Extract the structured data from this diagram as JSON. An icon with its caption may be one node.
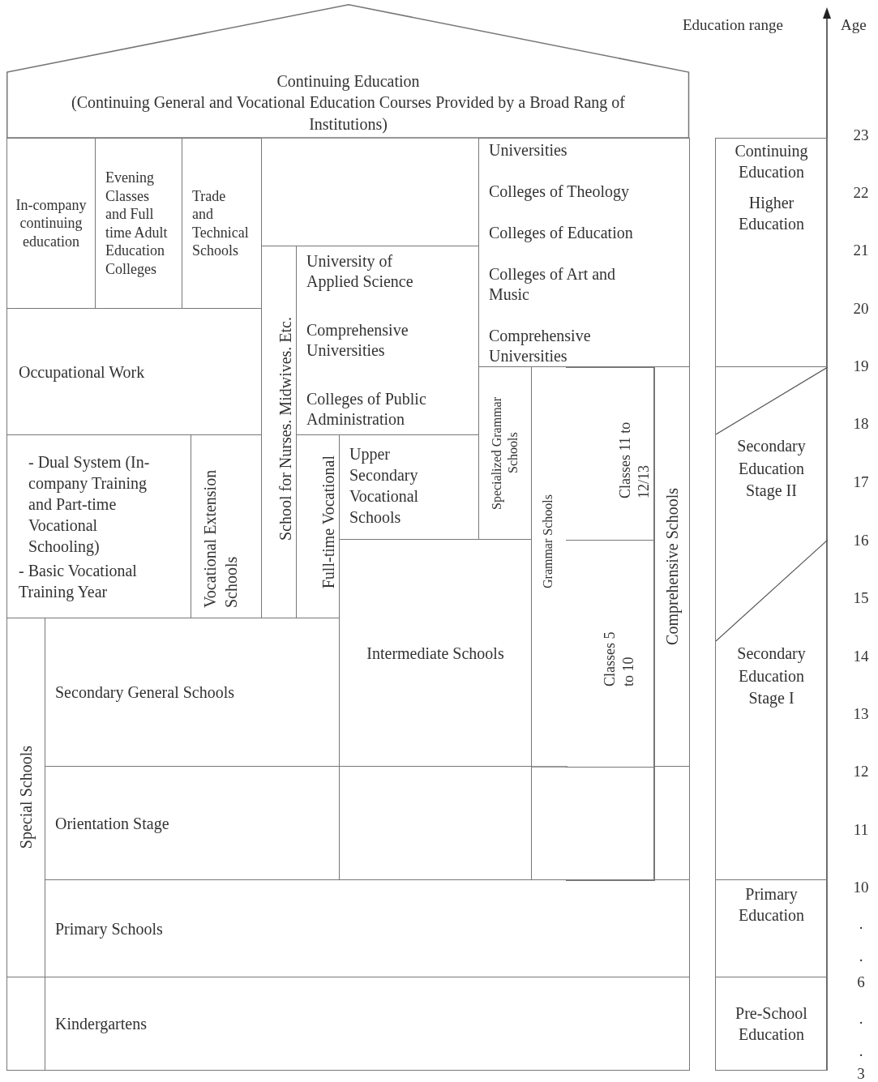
{
  "diagram": {
    "nodes": [
      {
        "text": [
          "Continuing Education",
          "(Continuing General and Vocational Education Courses Provided by a Broad Rang of Institutions)"
        ]
      },
      {
        "text": [
          "In-company continuing education"
        ]
      },
      {
        "text": [
          "Evening Classes and Full time Adult Education Colleges"
        ]
      },
      {
        "text": [
          "Trade and Technical Schools"
        ]
      },
      {
        "text": [
          "Universities",
          "Colleges of Theology",
          "Colleges of Education",
          "Colleges of Art and Music",
          "Comprehensive Universities"
        ]
      },
      {
        "text": [
          "University of Applied Science",
          "Comprehensive Universities",
          "Colleges of Public Administration"
        ]
      },
      {
        "text": [
          "Occupational Work"
        ]
      },
      {
        "text": [
          "School for Nurses. Midwives. Etc."
        ]
      },
      {
        "text": [
          "- Dual System (In-company Training and Part-time Vocational Schooling)",
          "- Basic Vocational Training Year"
        ]
      },
      {
        "text": [
          "Vocational Extension Schools"
        ]
      },
      {
        "text": [
          "Full-time Vocational"
        ]
      },
      {
        "text": [
          "Upper Secondary Vocational Schools"
        ]
      },
      {
        "text": [
          "Specialized Grammar Schools"
        ]
      },
      {
        "text": [
          "Grammar Schools"
        ]
      },
      {
        "text": [
          "Classes 11 to 12/13"
        ],
        "in": 13
      },
      {
        "text": [
          "Classes 5 to 10"
        ],
        "in": 13
      },
      {
        "text": [],
        "shape": "box",
        "in": 13
      },
      {
        "text": [
          "Comprehensive Schools"
        ]
      },
      {
        "text": [
          "Special Schools"
        ]
      },
      {
        "text": [
          "Secondary General Schools"
        ]
      },
      {
        "text": [
          "Intermediate Schools"
        ]
      },
      {
        "text": [
          "Orientation Stage"
        ]
      },
      {
        "text": [],
        "shape": "box"
      },
      {
        "text": [],
        "shape": "box"
      },
      {
        "text": [
          "Primary Schools"
        ]
      },
      {
        "text": [],
        "shape": "box"
      },
      {
        "text": [
          "Kindergartens"
        ]
      },
      {
        "text": [
          "Continuing Education",
          "Higher Education"
        ]
      },
      {
        "text": [
          "Secondary Education Stage II",
          "Secondary Education Stage I"
        ]
      },
      {
        "text": [
          "Primary Education"
        ]
      },
      {
        "text": [
          "Pre-School Education"
        ]
      }
    ],
    "labels": [
      "Education range",
      "Age",
      "23",
      "22",
      "21",
      "20",
      "19",
      "18",
      "17",
      "16",
      "15",
      "14",
      "13",
      "12",
      "11",
      "10",
      ".",
      ".",
      "6",
      ".",
      ".",
      "3"
    ]
  }
}
